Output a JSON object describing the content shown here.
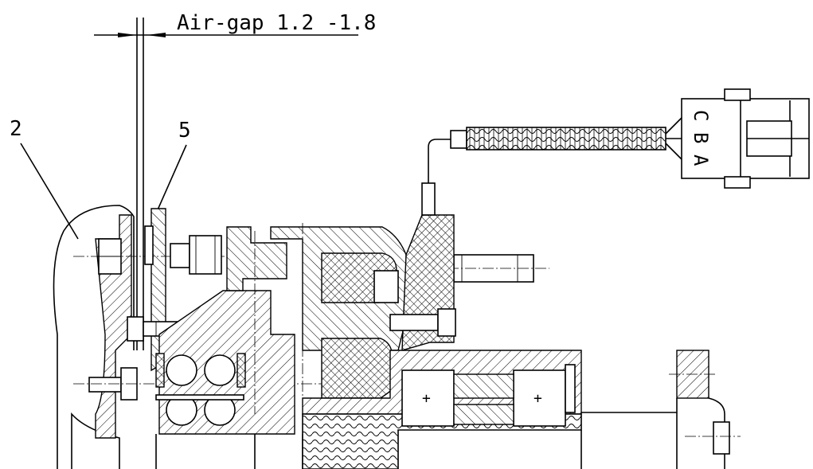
{
  "dimension": {
    "text": "Air-gap 1.2 -1.8"
  },
  "callouts": [
    {
      "id": "part-2",
      "text": "2"
    },
    {
      "id": "part-5",
      "text": "5"
    }
  ],
  "connector_pins": [
    "C",
    "B",
    "A"
  ]
}
